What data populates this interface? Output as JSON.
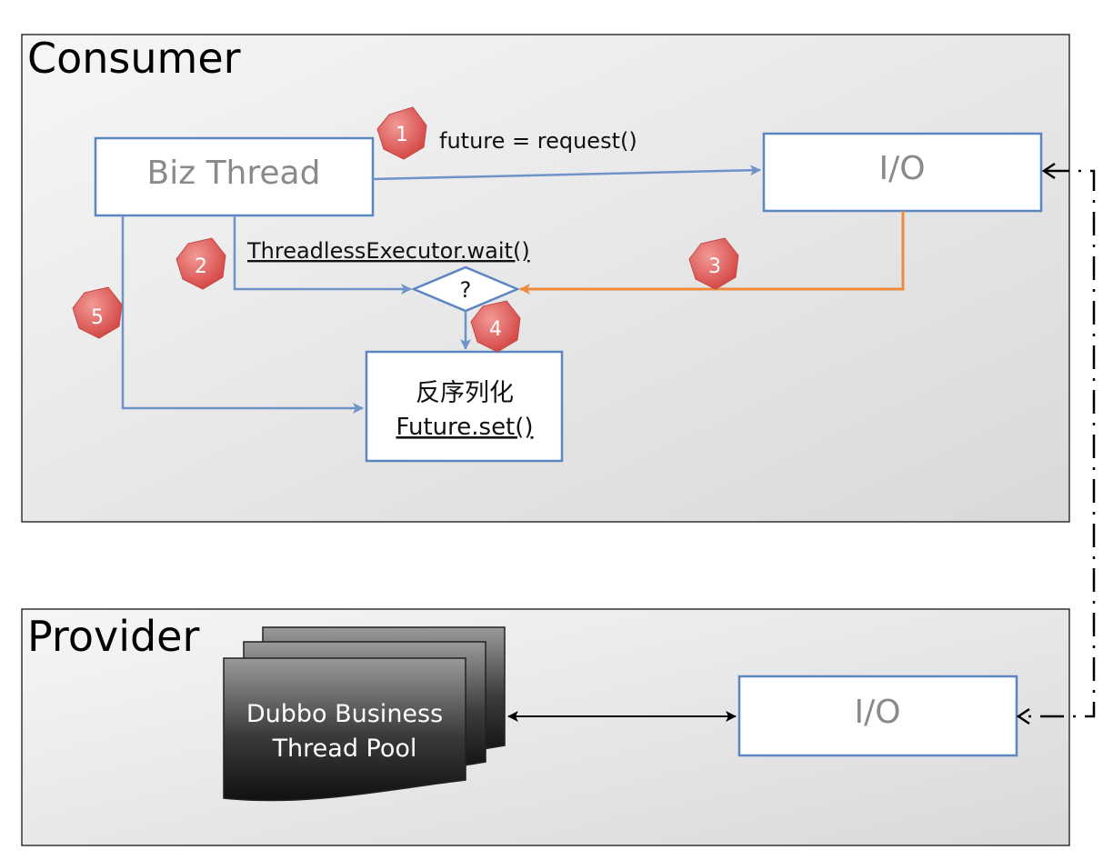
{
  "consumer": {
    "title": "Consumer",
    "biz_thread": "Biz Thread",
    "io": "I/O",
    "request_label": "future = request()",
    "wait_label": "ThreadlessExecutor.wait()",
    "decision": "?",
    "deserialize_line1": "反序列化",
    "deserialize_line2": "Future.set()"
  },
  "provider": {
    "title": "Provider",
    "pool_line1": "Dubbo Business",
    "pool_line2": "Thread Pool",
    "io": "I/O"
  },
  "badges": [
    "1",
    "2",
    "3",
    "4",
    "5"
  ],
  "colors": {
    "box_border": "#5b86c0",
    "flow_blue": "#6d93c8",
    "flow_orange": "#ec8a3e",
    "badge_fill": "#dc5a58",
    "panel_fill": "#e9e9e9"
  }
}
